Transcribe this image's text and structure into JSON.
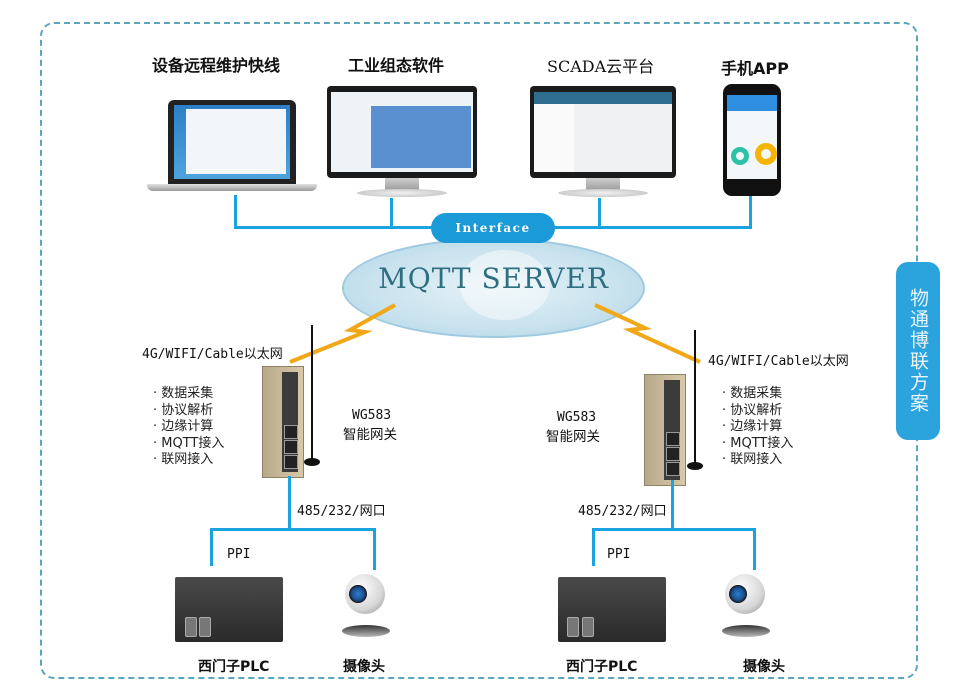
{
  "diagram": {
    "side_tab": "物通博联方案",
    "top_clients": [
      {
        "label": "设备远程维护快线",
        "device": "laptop"
      },
      {
        "label": "工业组态软件",
        "device": "monitor"
      },
      {
        "label": "SCADA云平台",
        "device": "monitor"
      },
      {
        "label": "手机APP",
        "device": "phone"
      }
    ],
    "interface_label": "Interface",
    "server_label": "MQTT SERVER",
    "gateways": [
      {
        "link_label": "4G/WIFI/Cable以太网",
        "model": "WG583",
        "name": "智能网关",
        "features": [
          "数据采集",
          "协议解析",
          "边缘计算",
          "MQTT接入",
          "联网接入"
        ],
        "bus_label": "485/232/网口",
        "plc_link_label": "PPI",
        "devices": [
          {
            "label": "西门子PLC",
            "type": "plc"
          },
          {
            "label": "摄像头",
            "type": "camera"
          }
        ]
      },
      {
        "link_label": "4G/WIFI/Cable以太网",
        "model": "WG583",
        "name": "智能网关",
        "features": [
          "数据采集",
          "协议解析",
          "边缘计算",
          "MQTT接入",
          "联网接入"
        ],
        "bus_label": "485/232/网口",
        "plc_link_label": "PPI",
        "devices": [
          {
            "label": "西门子PLC",
            "type": "plc"
          },
          {
            "label": "摄像头",
            "type": "camera"
          }
        ]
      }
    ],
    "colors": {
      "wire": "#1aa3e0",
      "frame": "#5aa6bf",
      "side_tab": "#2ba3dc",
      "interface": "#1a9ad6",
      "lightning": "#f0a818",
      "server_text": "#2e6f80"
    }
  }
}
